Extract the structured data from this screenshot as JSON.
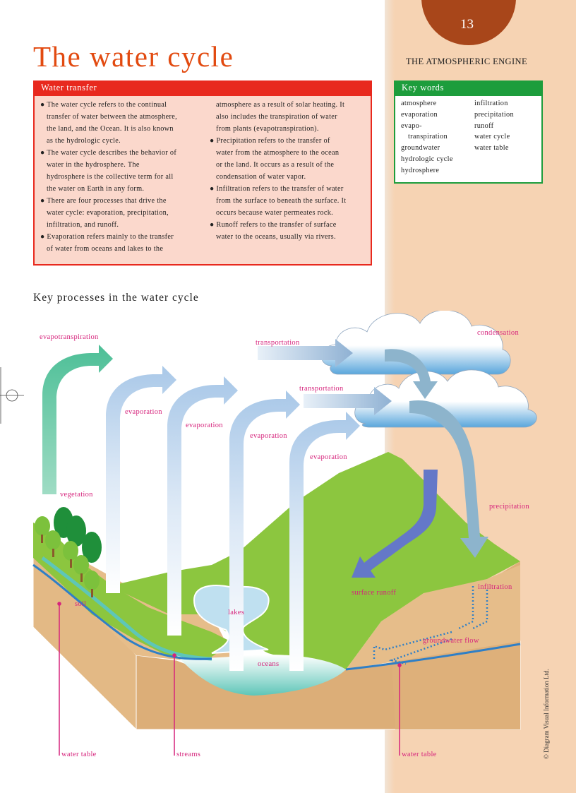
{
  "page": {
    "number": "13",
    "section": "THE ATMOSPHERIC ENGINE",
    "title": "The water cycle",
    "copyright": "© Diagram Visual Information Ltd."
  },
  "water_transfer": {
    "heading": "Water transfer",
    "left_lines": [
      {
        "bullet": true,
        "text": "The water cycle refers to the continual"
      },
      {
        "bullet": false,
        "text": "transfer of water between the atmosphere,"
      },
      {
        "bullet": false,
        "text": "the land, and the Ocean. It is also known"
      },
      {
        "bullet": false,
        "text": "as the hydrologic cycle."
      },
      {
        "bullet": true,
        "text": "The water cycle describes the behavior of"
      },
      {
        "bullet": false,
        "text": "water in the hydrosphere. The"
      },
      {
        "bullet": false,
        "text": "hydrosphere is the collective term for all"
      },
      {
        "bullet": false,
        "text": "the water on Earth in any form."
      },
      {
        "bullet": true,
        "text": "There are four processes that drive the"
      },
      {
        "bullet": false,
        "text": "water cycle: evaporation, precipitation,"
      },
      {
        "bullet": false,
        "text": "infiltration, and runoff."
      },
      {
        "bullet": true,
        "text": "Evaporation refers mainly to the transfer"
      },
      {
        "bullet": false,
        "text": "of water from oceans and lakes to the"
      }
    ],
    "right_lines": [
      {
        "bullet": false,
        "text": "atmosphere as a result of solar heating. It"
      },
      {
        "bullet": false,
        "text": "also includes the transpiration of water"
      },
      {
        "bullet": false,
        "text": "from plants (evapotranspiration)."
      },
      {
        "bullet": true,
        "text": "Precipitation refers to the transfer of"
      },
      {
        "bullet": false,
        "text": "water from the atmosphere to the ocean"
      },
      {
        "bullet": false,
        "text": "or the land. It occurs as a result of the"
      },
      {
        "bullet": false,
        "text": "condensation of water vapor."
      },
      {
        "bullet": true,
        "text": "Infiltration refers to the transfer of water"
      },
      {
        "bullet": false,
        "text": "from the surface to beneath the surface. It"
      },
      {
        "bullet": false,
        "text": "occurs because water permeates rock."
      },
      {
        "bullet": true,
        "text": "Runoff refers to the transfer of surface"
      },
      {
        "bullet": false,
        "text": "water to the oceans, usually via rivers."
      }
    ]
  },
  "key_words": {
    "heading": "Key words",
    "left": [
      "atmosphere",
      "evaporation",
      "evapo-",
      "transpiration",
      "groundwater",
      "hydrologic cycle",
      "hydrosphere"
    ],
    "right": [
      "infiltration",
      "precipitation",
      "runoff",
      "water cycle",
      "water table"
    ]
  },
  "diagram": {
    "title": "Key processes in the water cycle",
    "labels": {
      "evapotranspiration": "evapotranspiration",
      "transportation_1": "transportation",
      "transportation_2": "transportation",
      "condensation": "condensation",
      "evaporation_1": "evaporation",
      "evaporation_2": "evaporation",
      "evaporation_3": "evaporation",
      "evaporation_4": "evaporation",
      "vegetation": "vegetation",
      "precipitation": "precipitation",
      "infiltration": "infiltration",
      "surface_runoff": "surface runoff",
      "soil": "soil",
      "lakes": "lakes",
      "groundwater_flow": "groundwater flow",
      "oceans": "oceans",
      "water_table_left": "water table",
      "streams": "streams",
      "water_table_right": "water table"
    },
    "colors": {
      "label": "#d6247c",
      "land_top": "#8cc63f",
      "land_side": "#deb887",
      "water": "#5ec6b8",
      "evaporation_arrow": "#c5dcf0",
      "evapotranspiration_arrow": "#57c3a0",
      "runoff_arrow": "#6478c8",
      "precipitation_arrow": "#8db4cc",
      "aquifer": "#2f7fc6"
    },
    "icons": [
      "cloud-icon",
      "tree-icon"
    ]
  }
}
